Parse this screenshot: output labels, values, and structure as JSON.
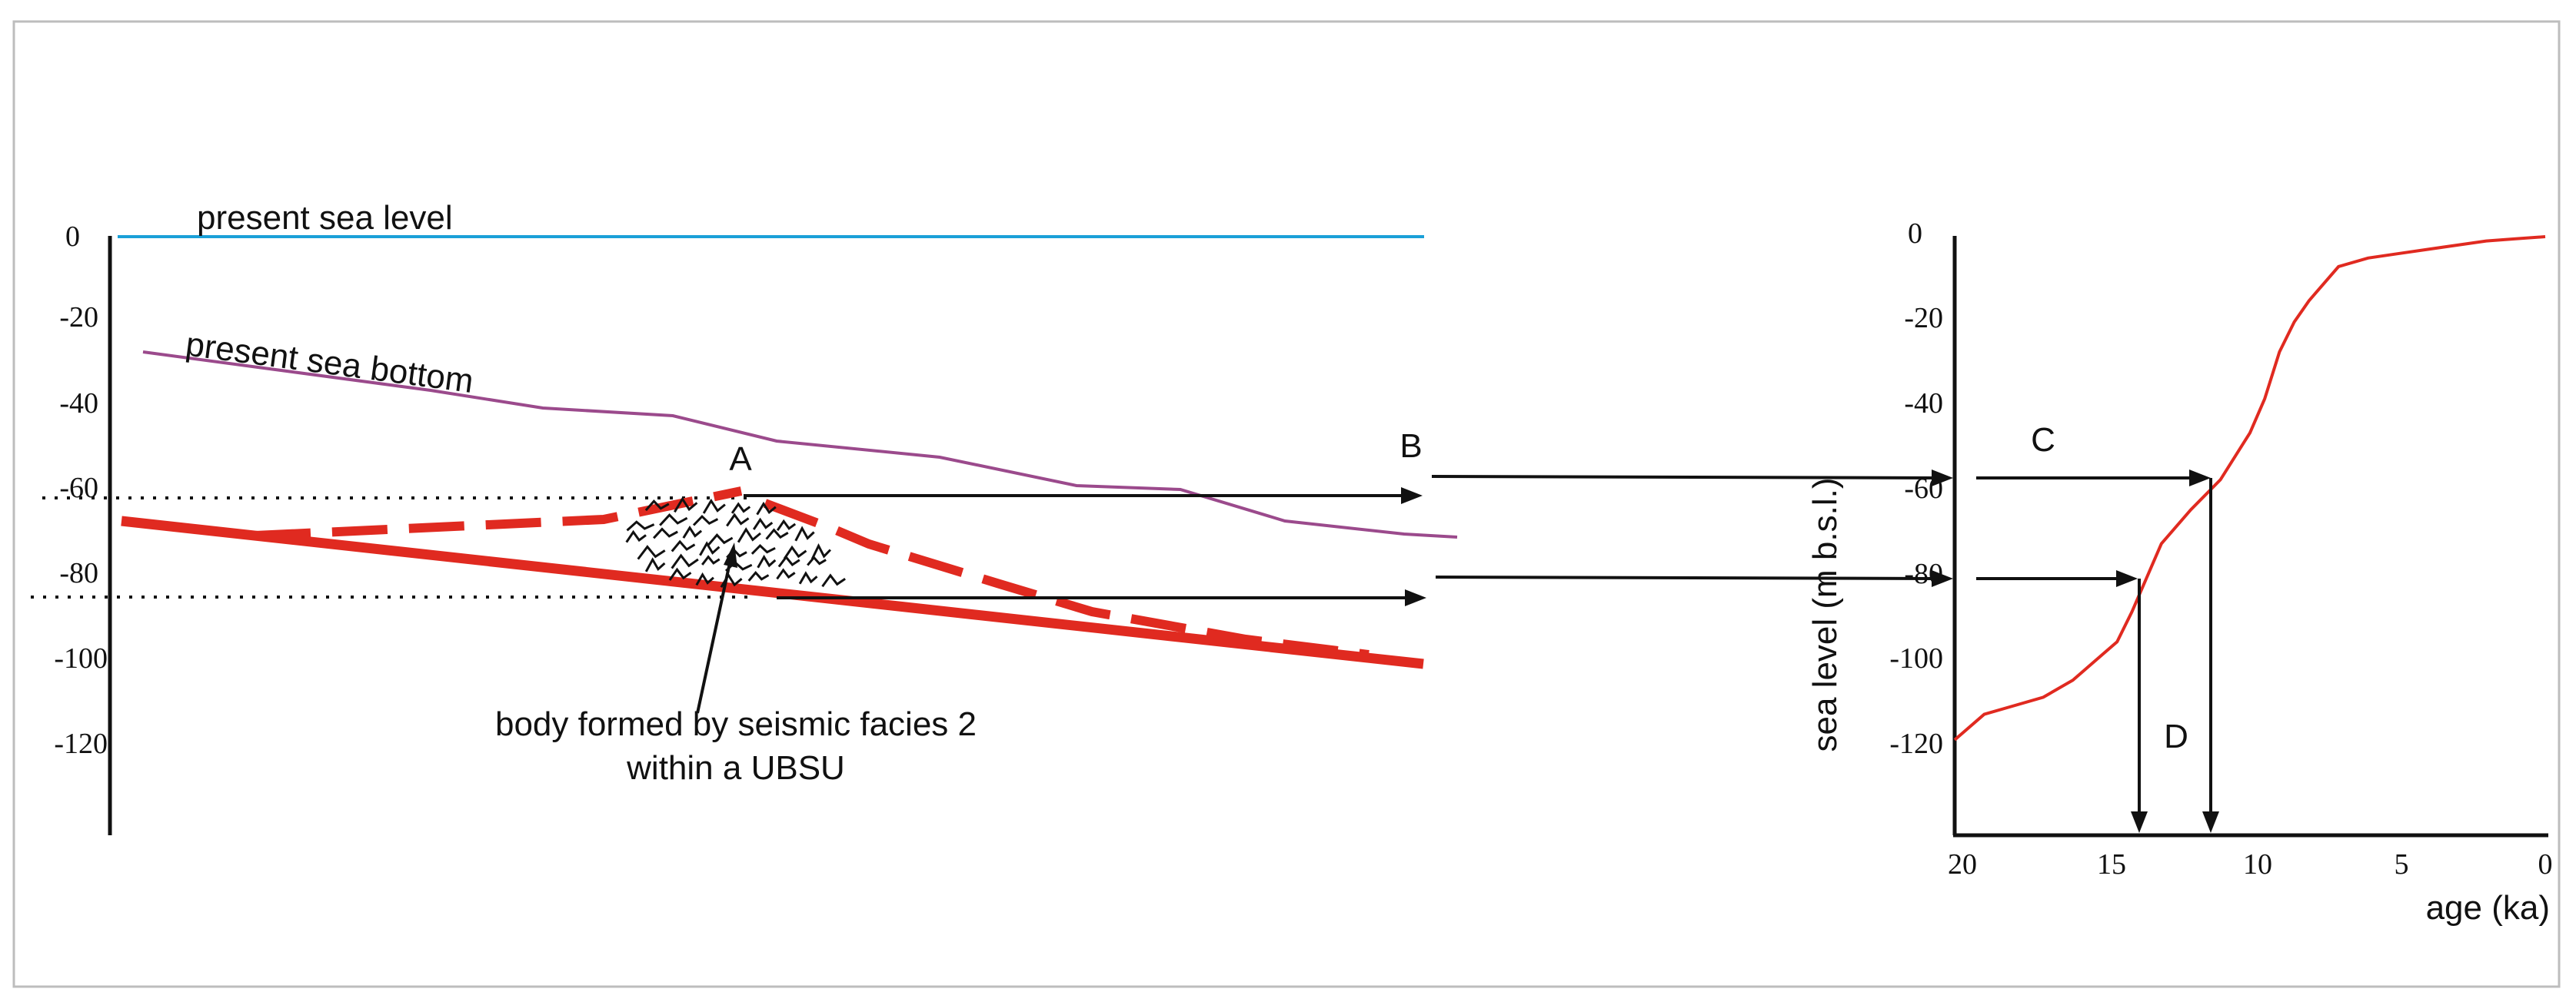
{
  "left_panel": {
    "y_ticks": [
      "0",
      "-20",
      "-40",
      "-60",
      "-80",
      "-100",
      "-120"
    ],
    "present_sea_level_label": "present sea level",
    "present_sea_bottom_label": "present sea bottom",
    "label_a": "A",
    "label_b": "B",
    "annotation_line1": "body formed by seismic facies 2",
    "annotation_line2": "within a UBSU",
    "colors": {
      "sea_level": "#1aa0d8",
      "sea_bottom": "#9b4a8c",
      "ubsu": "#e02a20",
      "arrows": "#111111"
    }
  },
  "right_panel": {
    "y_axis_label": "sea level (m b.s.l.)",
    "x_axis_label": "age (ka)",
    "y_ticks": [
      "0",
      "-20",
      "-40",
      "-60",
      "-80",
      "-100",
      "-120"
    ],
    "x_ticks": [
      "20",
      "15",
      "10",
      "5",
      "0"
    ],
    "label_c": "C",
    "label_d": "D"
  },
  "chart_data": {
    "type": "line",
    "xlabel": "age (ka)",
    "ylabel": "sea level (m b.s.l.)",
    "xlim": [
      20,
      0
    ],
    "ylim": [
      -140,
      0
    ],
    "series": [
      {
        "x": [
          20,
          19,
          18,
          17,
          16,
          15,
          14.5,
          14,
          13.5,
          13,
          12,
          11,
          10,
          9.5,
          9,
          8.5,
          8,
          7,
          6,
          5,
          4,
          3,
          2,
          1,
          0
        ],
        "y": [
          -118,
          -112,
          -110,
          -108,
          -104,
          -98,
          -95,
          -88,
          -80,
          -72,
          -64,
          -57,
          -46,
          -38,
          -27,
          -20,
          -15,
          -7,
          -5,
          -4,
          -3,
          -2,
          -1,
          -0.5,
          0
        ],
        "color": "#e02a20"
      }
    ],
    "readings": [
      {
        "sea_level": -57,
        "age": 11.7
      },
      {
        "sea_level": -80,
        "age": 13.9
      }
    ]
  }
}
